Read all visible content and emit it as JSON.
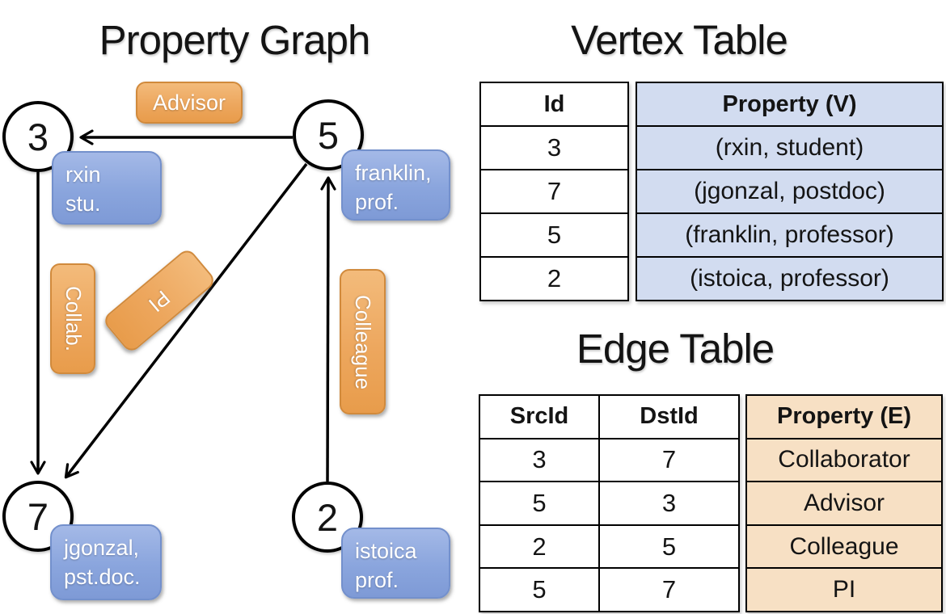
{
  "graph": {
    "title": "Property Graph",
    "nodes": [
      {
        "id": "3",
        "label1": "rxin",
        "label2": "stu."
      },
      {
        "id": "5",
        "label1": "franklin,",
        "label2": "prof."
      },
      {
        "id": "7",
        "label1": "jgonzal,",
        "label2": "pst.doc."
      },
      {
        "id": "2",
        "label1": "istoica",
        "label2": "prof."
      }
    ],
    "edge_labels": {
      "advisor": "Advisor",
      "collab": "Collab.",
      "pi": "PI",
      "colleague": "Colleague"
    }
  },
  "vertex_table": {
    "title": "Vertex Table",
    "headers": {
      "id": "Id",
      "property": "Property (V)"
    },
    "rows": [
      {
        "id": "3",
        "property": "(rxin, student)"
      },
      {
        "id": "7",
        "property": "(jgonzal, postdoc)"
      },
      {
        "id": "5",
        "property": "(franklin, professor)"
      },
      {
        "id": "2",
        "property": "(istoica, professor)"
      }
    ]
  },
  "edge_table": {
    "title": "Edge Table",
    "headers": {
      "src": "SrcId",
      "dst": "DstId",
      "property": "Property (E)"
    },
    "rows": [
      {
        "src": "3",
        "dst": "7",
        "property": "Collaborator"
      },
      {
        "src": "5",
        "dst": "3",
        "property": "Advisor"
      },
      {
        "src": "2",
        "dst": "5",
        "property": "Colleague"
      },
      {
        "src": "5",
        "dst": "7",
        "property": "PI"
      }
    ]
  },
  "colors": {
    "node_fill_top": "#a4b9e7",
    "node_fill_mid": "#8aa5dd",
    "node_fill_bottom": "#7e9ad6",
    "node_border": "#7390cc",
    "edge_fill_top": "#f3bb7b",
    "edge_fill_mid": "#eda75e",
    "edge_fill_bottom": "#e89c4b",
    "edge_border": "#d18a3c",
    "vertex_property_fill": "#d2dcf0",
    "edge_property_fill": "#f7e0c4",
    "line_color": "#000000"
  }
}
